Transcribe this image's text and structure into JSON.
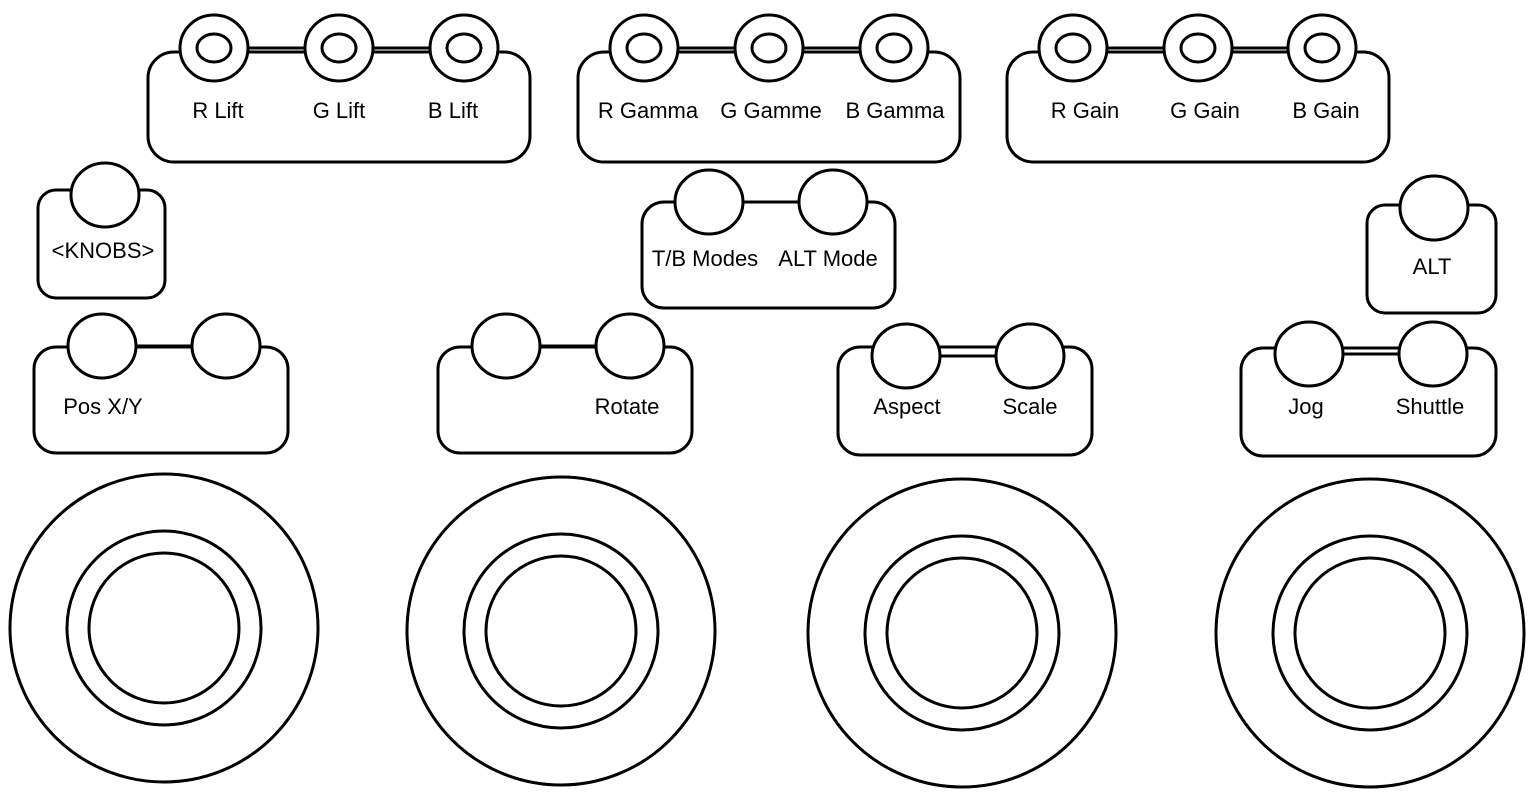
{
  "title": "Control panel layout",
  "groups": {
    "lift": {
      "labels": [
        "R Lift",
        "G Lift",
        "B Lift"
      ]
    },
    "gamma": {
      "labels": [
        "R Gamma",
        "G Gamme",
        "B Gamma"
      ]
    },
    "gain": {
      "labels": [
        "R Gain",
        "G Gain",
        "B Gain"
      ]
    },
    "knobs": {
      "label": "<KNOBS>"
    },
    "modes": {
      "labels": [
        "T/B Modes",
        "ALT Mode"
      ]
    },
    "alt": {
      "label": "ALT"
    },
    "pos": {
      "label": "Pos X/Y"
    },
    "rotate": {
      "label": "Rotate"
    },
    "aspect": {
      "labels": [
        "Aspect",
        "Scale"
      ]
    },
    "jog": {
      "labels": [
        "Jog",
        "Shuttle"
      ]
    }
  },
  "colors": {
    "stroke": "#000000",
    "background": "#ffffff"
  }
}
